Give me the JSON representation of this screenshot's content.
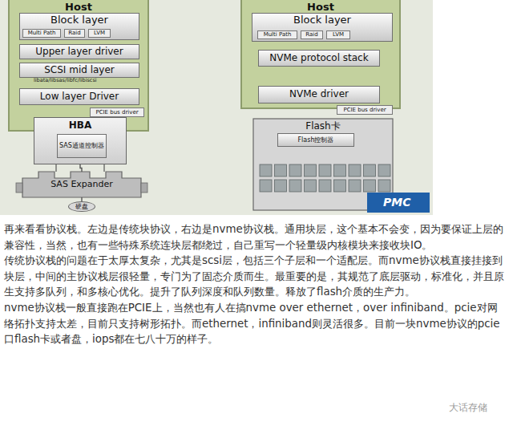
{
  "diagram": {
    "nodes": [
      {
        "text": [
          "Host"
        ]
      },
      {
        "text": [
          "Block layer"
        ],
        "in": 0
      },
      {
        "text": [
          "Multi Path"
        ],
        "in": 1
      },
      {
        "text": [
          "Raid"
        ],
        "in": 1
      },
      {
        "text": [
          "LVM"
        ],
        "in": 1
      },
      {
        "text": [
          "Upper layer driver"
        ],
        "in": 0
      },
      {
        "text": [
          "SCSI mid layer"
        ],
        "in": 0
      },
      {
        "text": [
          "Low layer Driver"
        ],
        "in": 0
      },
      {
        "text": [
          "PCIE bus driver"
        ],
        "in": 0
      },
      {
        "text": [
          "HBA"
        ]
      },
      {
        "text": [
          "SAS通道控制器"
        ],
        "in": 9
      },
      {
        "text": [
          "SAS Expander"
        ]
      },
      {
        "text": [
          "硬盘"
        ]
      },
      {
        "text": [
          "Host"
        ]
      },
      {
        "text": [
          "Block layer"
        ],
        "in": 13
      },
      {
        "text": [
          "Multi Path"
        ],
        "in": 14
      },
      {
        "text": [
          "Raid"
        ],
        "in": 14
      },
      {
        "text": [
          "LVM"
        ],
        "in": 14
      },
      {
        "text": [
          "NVMe protocol stack"
        ],
        "in": 13
      },
      {
        "text": [
          "NVMe driver"
        ],
        "in": 13
      },
      {
        "text": [
          "PCIE bus driver"
        ],
        "in": 13
      },
      {
        "text": [
          "Flash卡"
        ]
      },
      {
        "text": [
          "Flash控制器"
        ],
        "in": 21
      }
    ],
    "edges": [
      {
        "from": 9,
        "to": 11,
        "arrow": "none"
      },
      {
        "from": 11,
        "to": 12,
        "arrow": "none"
      }
    ],
    "labels": [
      "libata/libsas/libfc/libiscsi",
      "PMC",
      "再来看看协议栈。左边是传统块协议，右边是nvme协议栈。通用块层，这个基本不会变，因为要保证上层的兼容性，当然，也有一些特殊系统连块层都绕过，自己重写一个轻量级内核模块来接收块IO。",
      "传统协议栈的问题在于太厚太复杂，尤其是scsi层，包括三个子层和一个适配层。而nvme协议栈直接挂接到块层，中间的主协议栈层很轻量，专门为了固态介质而生。最重要的是，其规范了底层驱动，标准化，并且原生支持多队列，和多核心优化。提升了队列深度和队列数量。释放了flash介质的生产力。",
      "nvme协议栈一般直接跑在PCIE上，当然也有人在搞nvme over ethernet，over infiniband。pcie对网络拓扑支持太差，目前只支持树形拓扑。而ethernet，infiniband则灵活很多。目前一块nvme协议的pcie口flash卡或者盘，iops都在七八十万的样子。",
      "大话存储"
    ]
  }
}
